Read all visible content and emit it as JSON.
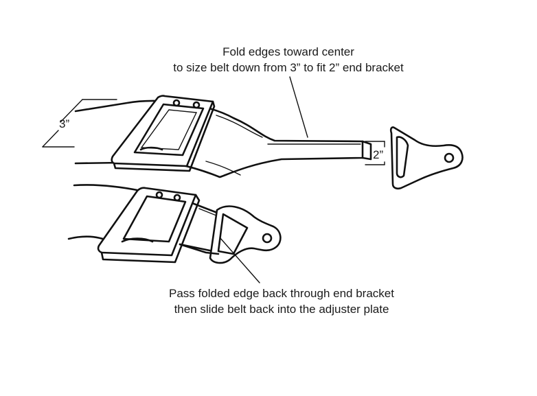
{
  "captions": {
    "top_line1": "Fold edges toward center",
    "top_line2": "to size belt down from 3” to fit 2” end bracket",
    "bottom_line1": "Pass folded edge back through end bracket",
    "bottom_line2": "then slide belt back into the adjuster plate"
  },
  "dimensions": {
    "wide_belt": "3”",
    "narrow_belt": "2”"
  }
}
